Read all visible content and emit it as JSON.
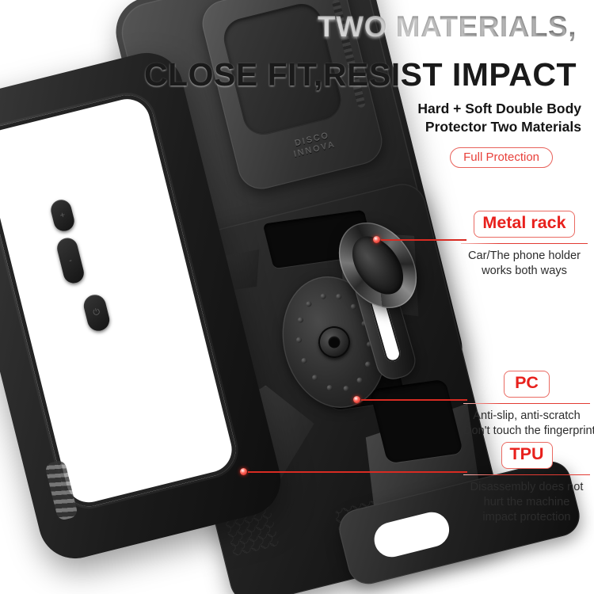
{
  "headline": {
    "line1": "TWO MATERIALS,",
    "line2": "CLOSE FIT,RESIST IMPACT"
  },
  "subhead": {
    "line1": "Hard + Soft Double Body",
    "line2": "Protector Two Materials"
  },
  "badge_full_protection": "Full Protection",
  "product": {
    "embossed_brand_line1": "DISCO",
    "embossed_brand_line2": "INNOVA",
    "button_volume_up": "+",
    "button_volume_down": "-",
    "button_power": "⏻"
  },
  "callouts": [
    {
      "tag": "Metal rack",
      "desc_line1": "Car/The phone holder",
      "desc_line2": "works both ways"
    },
    {
      "tag": "PC",
      "desc_line1": "Anti-slip, anti-scratch",
      "desc_line2": "Don't touch the fingerprint"
    },
    {
      "tag": "TPU",
      "desc_line1": "Disassembly does not",
      "desc_line2": "hurt the machine",
      "desc_line3": "impact protection"
    }
  ],
  "colors": {
    "accent_red": "#e8201c",
    "accent_red_border": "#ea6a62",
    "leader_line": "#d82b22",
    "headline_dark": "#1a1a1a",
    "headline_gray": "#8d8d8d",
    "background": "#ffffff"
  }
}
